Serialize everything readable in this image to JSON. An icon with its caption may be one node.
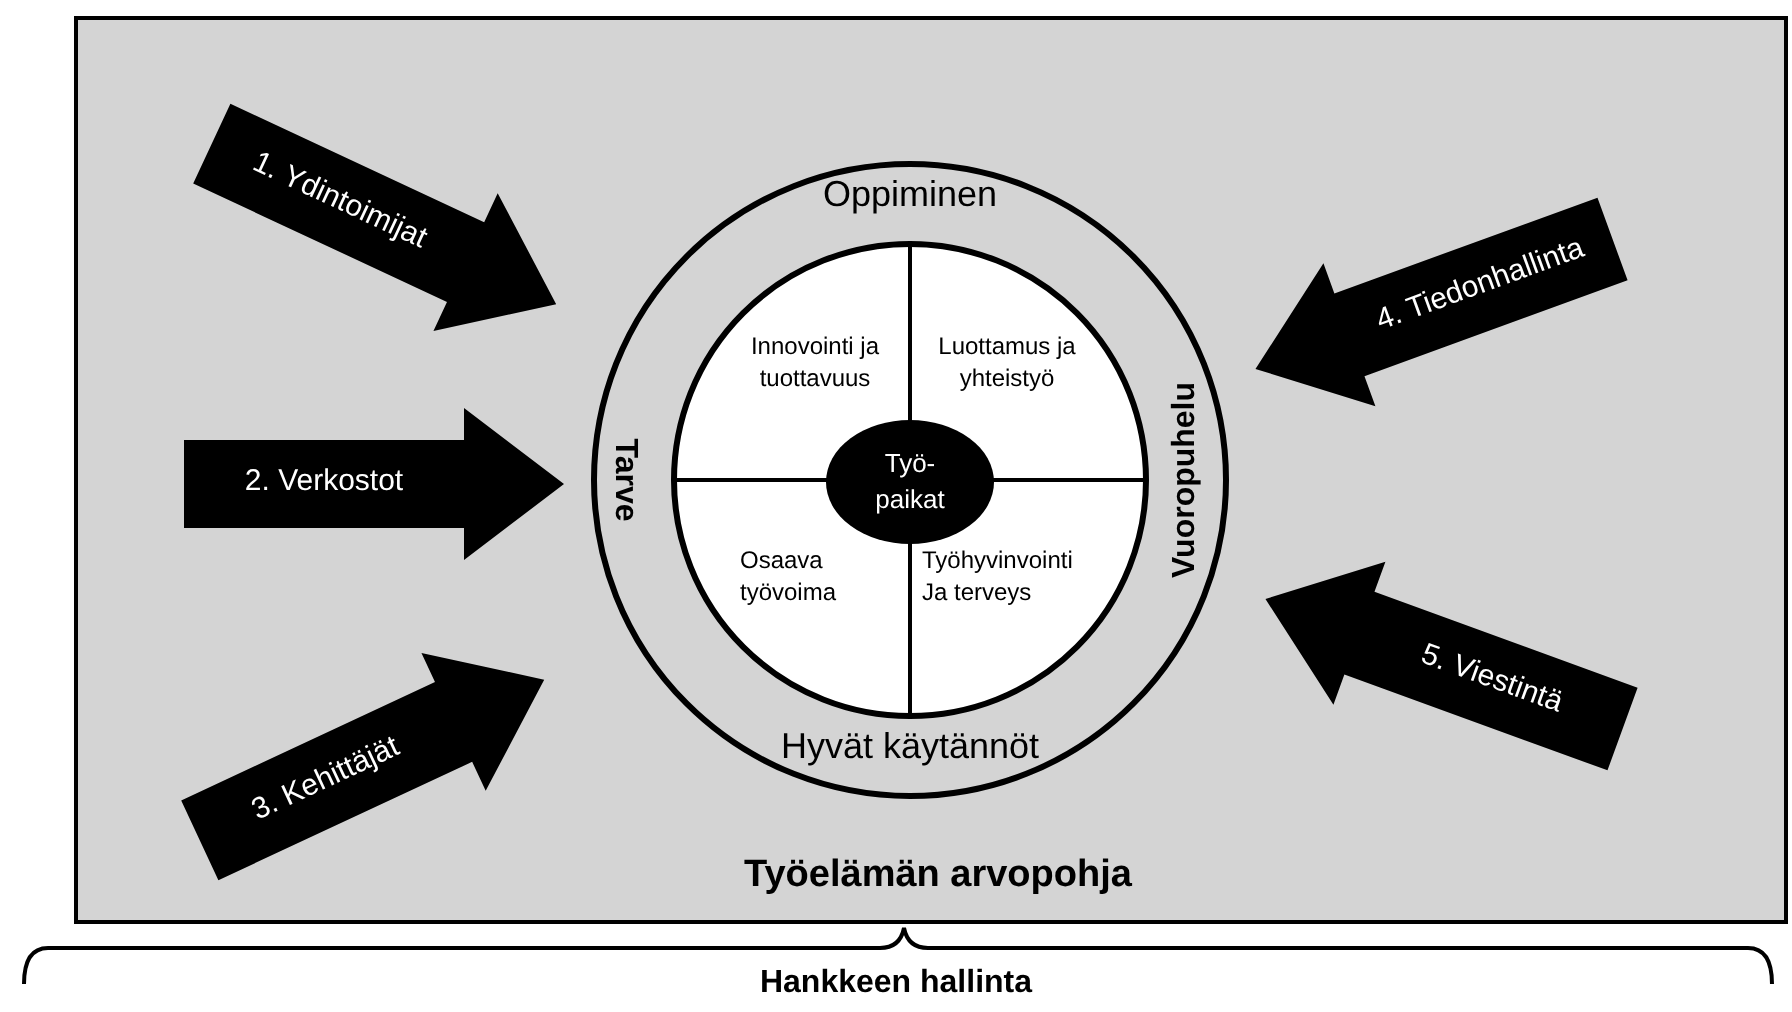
{
  "diagram": {
    "nodes": [
      {
        "text": [
          "Työelämän arvopohja"
        ]
      },
      {
        "text": [
          "Oppiminen",
          "Tarve",
          "Vuoropuhelu",
          "Hyvät käytännöt"
        ],
        "in": 0
      },
      {
        "text": [
          "Innovointi ja tuottavuus"
        ],
        "in": 1
      },
      {
        "text": [
          "Luottamus ja yhteistyö"
        ],
        "in": 1
      },
      {
        "text": [
          "Osaava työvoima"
        ],
        "in": 1
      },
      {
        "text": [
          "Työhyvinvointi Ja terveys"
        ],
        "in": 1
      },
      {
        "text": [
          "Työ- paikat"
        ],
        "in": 1
      },
      {
        "text": [
          "1. Ydintoimijat"
        ],
        "in": 0
      },
      {
        "text": [
          "2. Verkostot"
        ],
        "in": 0
      },
      {
        "text": [
          "3. Kehittäjät"
        ],
        "in": 0
      },
      {
        "text": [
          "4. Tiedonhallinta"
        ],
        "in": 0
      },
      {
        "text": [
          "5. Viestintä"
        ],
        "in": 0
      }
    ],
    "labels": [
      "Hankkeen hallinta"
    ]
  }
}
